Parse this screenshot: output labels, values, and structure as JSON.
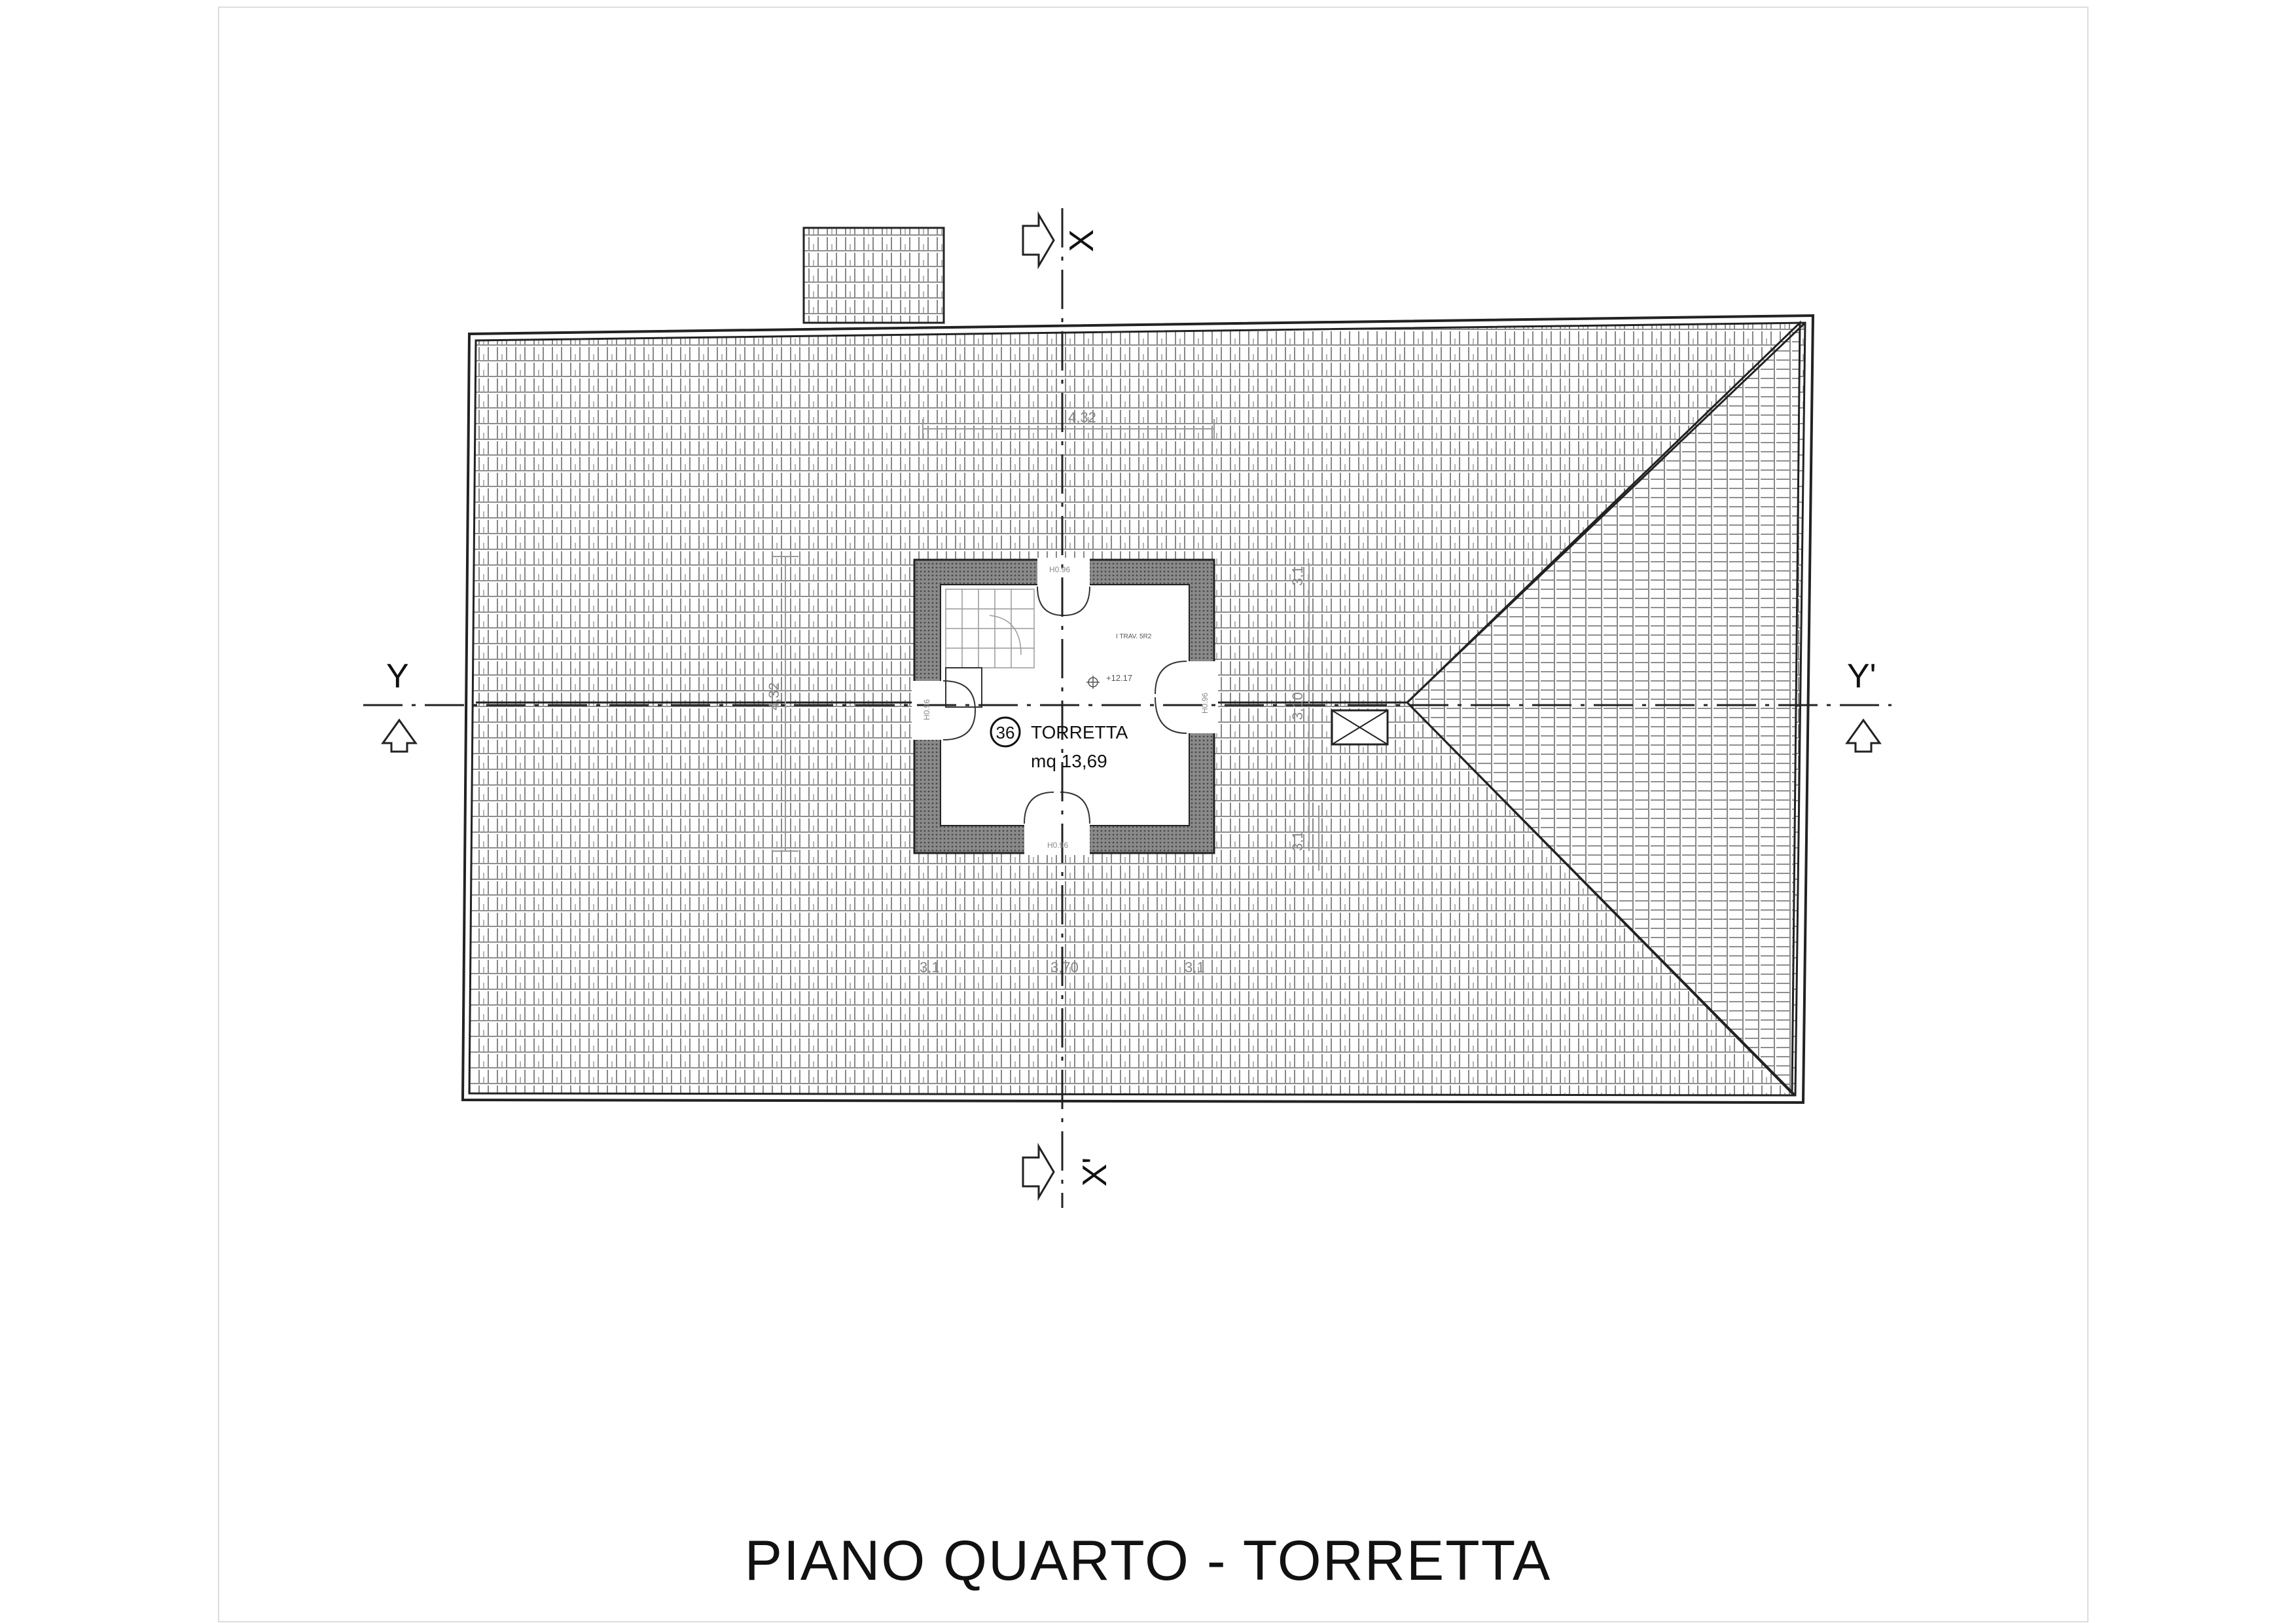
{
  "drawing": {
    "title": "PIANO  QUARTO - TORRETTA",
    "room": {
      "number": "36",
      "name": "TORRETTA",
      "area": "mq 13,69",
      "elevation": "+12.17",
      "note": "I TRAV. 5R2"
    },
    "section_labels": {
      "x_top": "X",
      "x_bottom": "X'",
      "y_left": "Y",
      "y_right": "Y'"
    },
    "dimensions": {
      "d_top": "4,32",
      "d_left": "4,32",
      "d_right_upper": "3,1",
      "d_right_mid": "3,10",
      "d_right_lower": "3,1",
      "d_bottom_center": "3,70",
      "d_bottom_left": "3,1",
      "d_bottom_right": "3,1",
      "d_door_top": "H0.96",
      "d_door_bottom": "H0.96",
      "d_door_left": "H0.96",
      "d_door_right": "H0.96"
    },
    "colors": {
      "line": "#222222",
      "tile": "#6a6a6a",
      "wall": "#777777",
      "frame": "#dddddd"
    }
  }
}
